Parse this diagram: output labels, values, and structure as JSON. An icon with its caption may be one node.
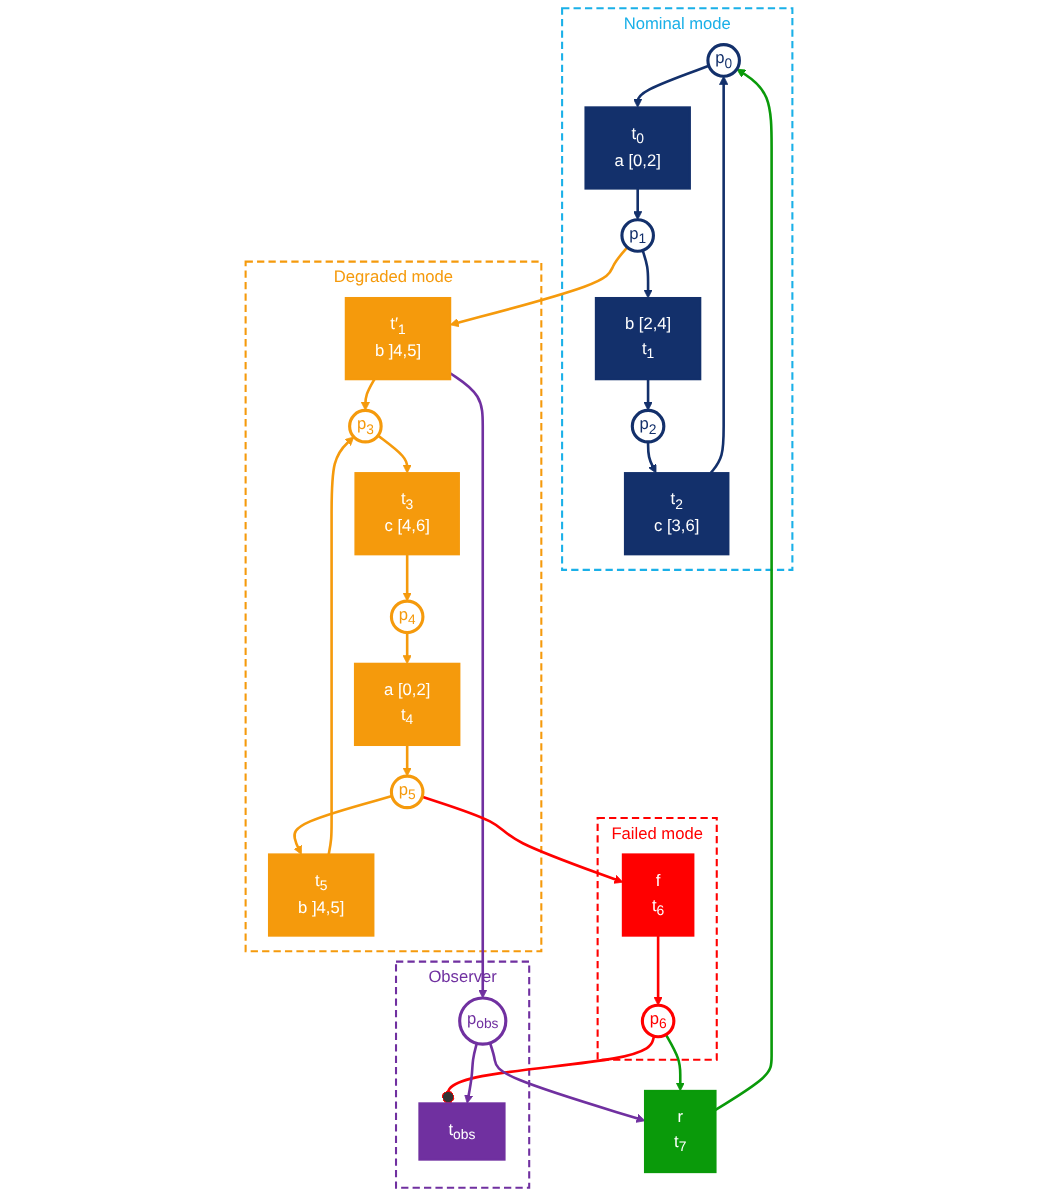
{
  "diagram": {
    "nodes": [
      {
        "text": [
          "Nominal mode"
        ]
      },
      {
        "text": [
          "p$_{0}$"
        ],
        "in": 0
      },
      {
        "text": [
          "t$_{2}$",
          "c [3,6]"
        ],
        "in": 0
      },
      {
        "text": [
          "t$_{0}$",
          "a [0,2]"
        ],
        "in": 0
      },
      {
        "text": [
          "p$_{2}$"
        ],
        "in": 0
      },
      {
        "text": [
          "p$_{1}$"
        ],
        "in": 0
      },
      {
        "text": [
          "b [2,4]",
          "t$_{1}$"
        ],
        "in": 0
      },
      {
        "text": [
          "Degraded mode"
        ]
      },
      {
        "text": [
          "t′$_{1}$",
          "b ]4,5]"
        ],
        "in": 7
      },
      {
        "text": [
          "p$_{3}$"
        ],
        "in": 7
      },
      {
        "text": [
          "t$_{5}$",
          "b ]4,5]"
        ],
        "in": 7
      },
      {
        "text": [
          "p$_{5}$"
        ],
        "in": 7
      },
      {
        "text": [
          "t$_{3}$",
          "c [4,6]"
        ],
        "in": 7
      },
      {
        "text": [
          "a [0,2]",
          "t$_{4}$"
        ],
        "in": 7
      },
      {
        "text": [
          "p$_{4}$"
        ],
        "in": 7
      },
      {
        "text": [
          "Failed mode"
        ]
      },
      {
        "text": [
          "f",
          "t$_{6}$"
        ],
        "in": 15
      },
      {
        "text": [
          "p$_{6}$"
        ],
        "in": 15
      },
      {
        "text": [
          "Observer"
        ]
      },
      {
        "text": [
          "p$_{obs}$"
        ],
        "in": 18
      },
      {
        "text": [
          "t$_{obs}$"
        ],
        "in": 18
      },
      {
        "text": [
          "r",
          "t$_{7}$"
        ]
      }
    ],
    "edges": [
      {
        "from": 1,
        "to": 3,
        "arrow": "to",
        "color": "#13306b"
      },
      {
        "from": 3,
        "to": 5,
        "arrow": "to",
        "color": "#13306b"
      },
      {
        "from": 5,
        "to": 6,
        "arrow": "to",
        "color": "#13306b"
      },
      {
        "from": 6,
        "to": 4,
        "arrow": "to",
        "color": "#13306b"
      },
      {
        "from": 4,
        "to": 2,
        "arrow": "to",
        "color": "#13306b"
      },
      {
        "from": 2,
        "to": 1,
        "arrow": "to",
        "color": "#13306b"
      },
      {
        "from": 5,
        "to": 8,
        "arrow": "to"
      },
      {
        "from": 8,
        "to": 9,
        "arrow": "to"
      },
      {
        "from": 8,
        "to": 19,
        "arrow": "to",
        "color": "#7030a0"
      },
      {
        "from": 11,
        "to": 10,
        "arrow": "to"
      },
      {
        "from": 10,
        "to": 9,
        "arrow": "to"
      },
      {
        "from": 9,
        "to": 12,
        "arrow": "to"
      },
      {
        "from": 12,
        "to": 14,
        "arrow": "to"
      },
      {
        "from": 14,
        "to": 13,
        "arrow": "to"
      },
      {
        "from": 13,
        "to": 11,
        "arrow": "to"
      },
      {
        "from": 11,
        "to": 16,
        "arrow": "to",
        "color": "#ff0000"
      },
      {
        "from": 16,
        "to": 17,
        "arrow": "to",
        "color": "#ff0000"
      },
      {
        "from": 17,
        "to": 20,
        "arrow": "other",
        "color": "#ff0000"
      },
      {
        "from": 19,
        "to": 20,
        "arrow": "to",
        "color": "#7030a0"
      },
      {
        "from": 19,
        "to": 21,
        "arrow": "to",
        "color": "#7030a0"
      },
      {
        "from": 17,
        "to": 21,
        "arrow": "to",
        "color": "#0a9a0a"
      },
      {
        "from": 21,
        "to": 1,
        "arrow": "to",
        "color": "#0a9a0a"
      }
    ]
  }
}
